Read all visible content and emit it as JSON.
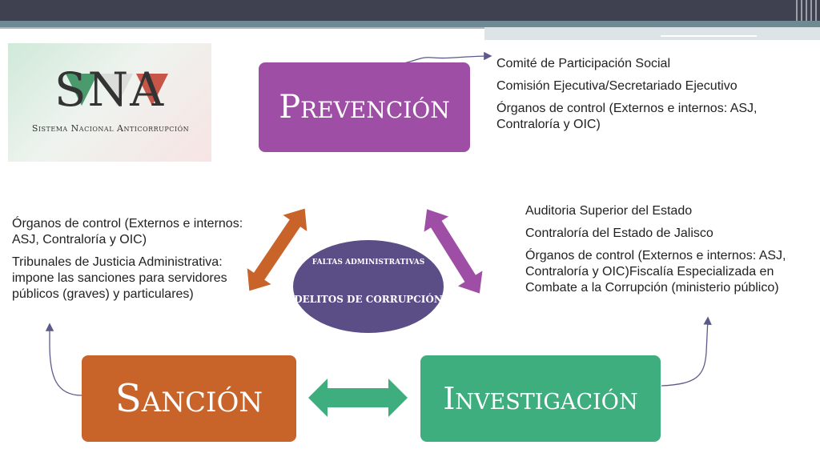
{
  "logo": {
    "acronym": "SNA",
    "name": "Sistema Nacional Anticorrupción"
  },
  "diagram": {
    "nodes": {
      "prevencion": "Prevención",
      "sancion": "Sanción",
      "investigacion": "Investigación"
    },
    "center": {
      "line1": "FALTAS ADMINISTRATIVAS",
      "line2": "DELITOS DE CORRUPCIÓN"
    },
    "colors": {
      "prevencion": "#9e4ea4",
      "sancion": "#c8642a",
      "investigacion": "#3fae7f",
      "center": "#5b4d86"
    }
  },
  "annotations": {
    "prevencion": [
      "Comité de Participación Social",
      "Comisión Ejecutiva/Secretariado Ejecutivo",
      "Órganos de control (Externos e internos: ASJ, Contraloría y OIC)"
    ],
    "investigacion": [
      "Auditoria Superior del Estado",
      "Contraloría del Estado de Jalisco",
      "Órganos de control (Externos e internos: ASJ, Contraloría y OIC)Fiscalía Especializada en Combate a la Corrupción (ministerio público)"
    ],
    "sancion": [
      "Órganos de control (Externos e internos: ASJ, Contraloría y OIC)",
      "Tribunales de Justicia Administrativa: impone las sanciones para servidores públicos  (graves) y particulares)"
    ]
  }
}
